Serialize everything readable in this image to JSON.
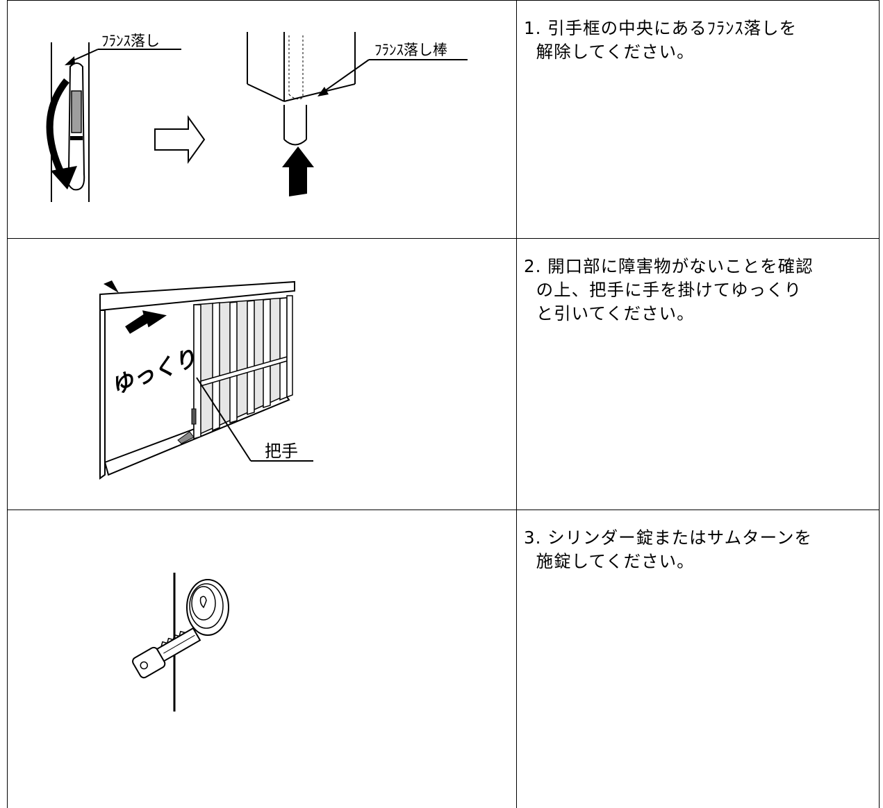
{
  "steps": [
    {
      "text": "1. 引手框の中央にあるﾌﾗﾝｽ落しを\n  解除してください。",
      "label_a": "ﾌﾗﾝｽ落し",
      "label_b": "ﾌﾗﾝｽ落し棒"
    },
    {
      "text": "2. 開口部に障害物がないことを確認\n  の上、把手に手を掛けてゆっくり\n  と引いてください。",
      "label_a": "ゆっくり",
      "label_b": "把手"
    },
    {
      "text": "3. シリンダー錠またはサムターンを\n  施錠してください。"
    }
  ]
}
